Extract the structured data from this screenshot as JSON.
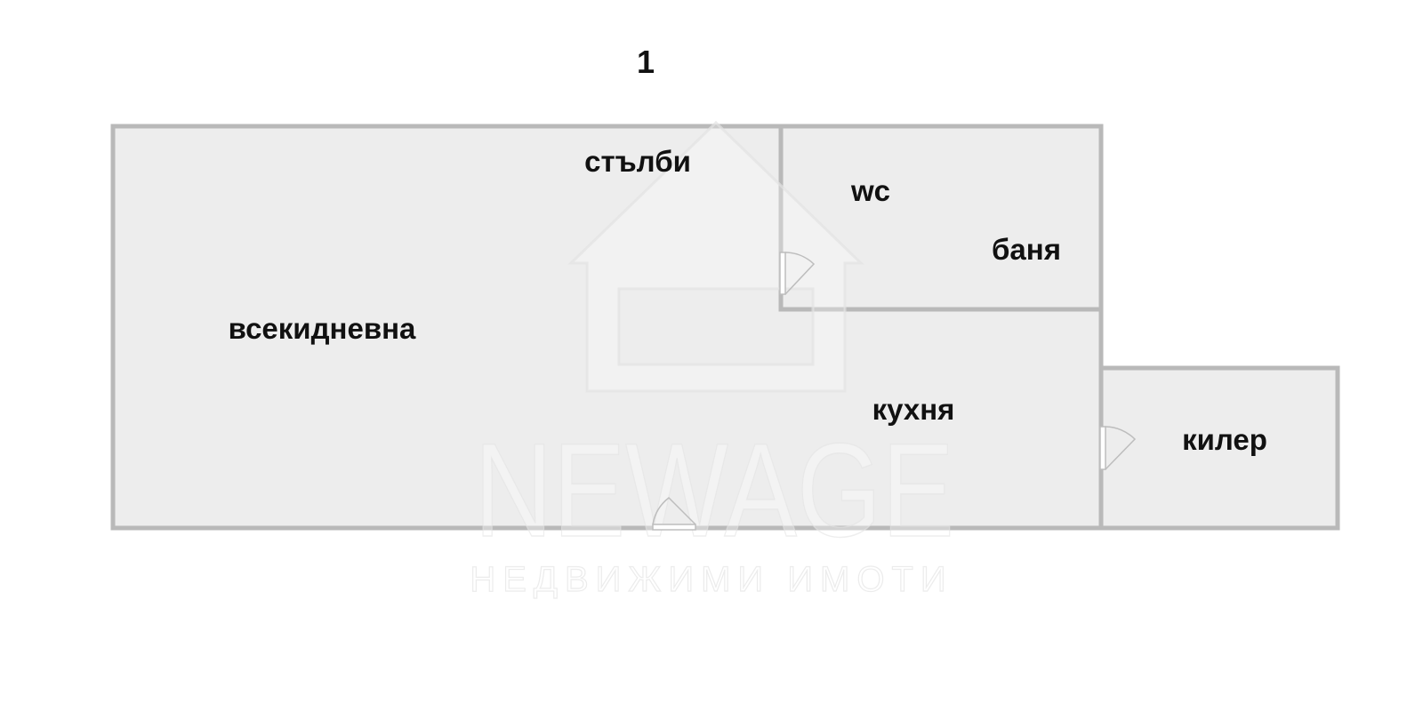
{
  "floor_label": "1",
  "rooms": {
    "living": "всекидневна",
    "stairs": "стълби",
    "wc": "wc",
    "bath": "баня",
    "kitchen": "кухня",
    "pantry": "килер"
  },
  "watermark": {
    "brand": "NEWAGE",
    "subtitle": "НЕДВИЖИМИ ИМОТИ"
  },
  "colors": {
    "room_fill": "#ededed",
    "wall": "#b9b9b9",
    "label": "#111111"
  }
}
